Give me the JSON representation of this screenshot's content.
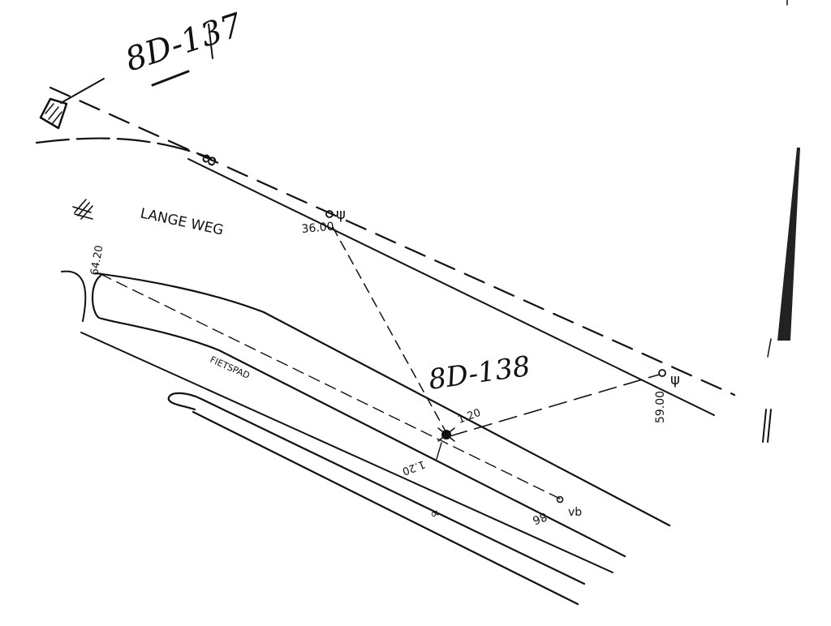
{
  "labels": {
    "benchmark_top": "8D-137",
    "benchmark_main": "8D-138",
    "street": "LANGE WEG",
    "bikepath": "FIETSPAD",
    "curb_ref": "64.20",
    "dist_left_pole": "36.00",
    "dist_right_pole": "59.00",
    "near_offset_a": "1.20",
    "near_offset_b": "1.20",
    "lower_dist": "86",
    "lower_tag": "vb",
    "pole_symbol": "ψ",
    "road_mark": "8",
    "ditch_mark": "∝"
  },
  "colors": {
    "ink": "#111111",
    "paper": "#ffffff"
  }
}
